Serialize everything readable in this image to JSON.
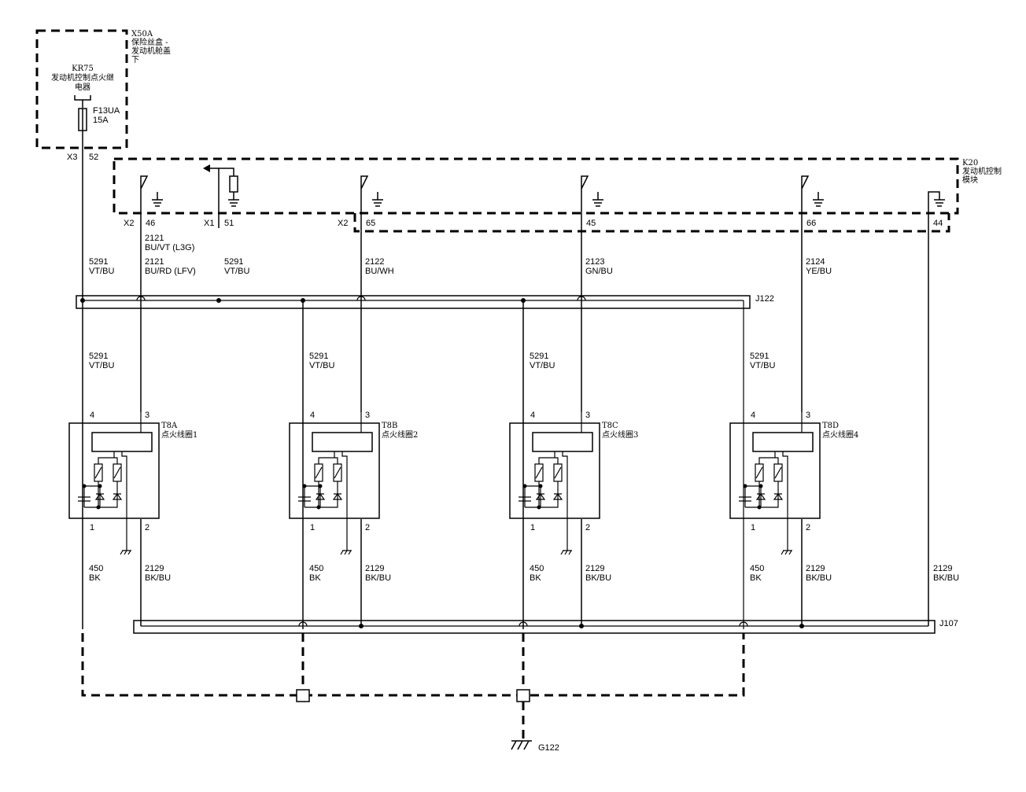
{
  "fuse_box": {
    "ref": "X50A",
    "name_lines": [
      "保险丝盒 -",
      "发动机舱盖",
      "下"
    ],
    "relay_ref": "KR75",
    "relay_name_lines": [
      "发动机控制点火继",
      "电器"
    ],
    "fuse_ref": "F13UA",
    "fuse_rating": "15A",
    "connector": "X3",
    "pin": "52"
  },
  "ecm": {
    "ref": "K20",
    "name_lines": [
      "发动机控制",
      "模块"
    ],
    "x2_label": "X2",
    "x1_label": "X1",
    "x2b_label": "X2",
    "pins": [
      "46",
      "51",
      "65",
      "45",
      "66",
      "44"
    ]
  },
  "wires_top": [
    {
      "circuit": "5291",
      "color": "VT/BU"
    },
    {
      "circuit": "2121",
      "color": "BU/VT (L3G)",
      "circuit_alt": "2121",
      "color_alt": "BU/RD (LFV)"
    },
    {
      "circuit": "5291",
      "color": "VT/BU"
    },
    {
      "circuit": "2122",
      "color": "BU/WH"
    },
    {
      "circuit": "2123",
      "color": "GN/BU"
    },
    {
      "circuit": "2124",
      "color": "YE/BU"
    }
  ],
  "splices": {
    "upper": "J122",
    "lower": "J107"
  },
  "coils": [
    {
      "ref": "T8A",
      "name": "点火线圈1",
      "feed_circuit": "5291",
      "feed_color": "VT/BU",
      "pin_tl": "4",
      "pin_tr": "3",
      "pin_bl": "1",
      "pin_br": "2",
      "ground_circuit": "450",
      "ground_color": "BK",
      "low_circuit": "2129",
      "low_color": "BK/BU"
    },
    {
      "ref": "T8B",
      "name": "点火线圈2",
      "feed_circuit": "5291",
      "feed_color": "VT/BU",
      "pin_tl": "4",
      "pin_tr": "3",
      "pin_bl": "1",
      "pin_br": "2",
      "ground_circuit": "450",
      "ground_color": "BK",
      "low_circuit": "2129",
      "low_color": "BK/BU"
    },
    {
      "ref": "T8C",
      "name": "点火线圈3",
      "feed_circuit": "5291",
      "feed_color": "VT/BU",
      "pin_tl": "4",
      "pin_tr": "3",
      "pin_bl": "1",
      "pin_br": "2",
      "ground_circuit": "450",
      "ground_color": "BK",
      "low_circuit": "2129",
      "low_color": "BK/BU"
    },
    {
      "ref": "T8D",
      "name": "点火线圈4",
      "feed_circuit": "5291",
      "feed_color": "VT/BU",
      "pin_tl": "4",
      "pin_tr": "3",
      "pin_bl": "1",
      "pin_br": "2",
      "ground_circuit": "450",
      "ground_color": "BK",
      "low_circuit": "2129",
      "low_color": "BK/BU"
    }
  ],
  "ecm_low_ref": {
    "circuit": "2129",
    "color": "BK/BU"
  },
  "ground": {
    "ref": "G122"
  }
}
